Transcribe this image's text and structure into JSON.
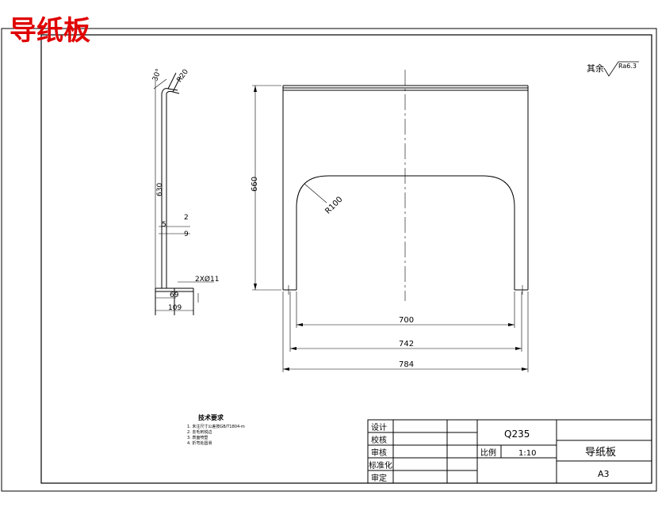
{
  "header": {
    "title": "导纸板",
    "title_color": "#e00000"
  },
  "side_view": {
    "angle": "30°",
    "radius": "R20",
    "height": "630",
    "dim_2": "2",
    "dim_5": "5",
    "dim_9": "9",
    "holes": "2XØ11",
    "dim_69": "69",
    "dim_109": "109"
  },
  "front_view": {
    "height": "660",
    "radius": "R100",
    "width_700": "700",
    "width_742": "742",
    "width_784": "784"
  },
  "surface_finish": {
    "label": "其余",
    "value": "Ra6.3"
  },
  "tech_req": {
    "title": "技术要求",
    "items": [
      "1. 未注尺寸公差按GB/T1804-m",
      "2. 去毛刺锐边",
      "3. 表面喷塑",
      "4. 折弯处圆滑"
    ]
  },
  "title_block": {
    "rows": [
      "设计",
      "校核",
      "审核",
      "标准化",
      "审定"
    ],
    "material": "Q235",
    "scale_label": "比例",
    "scale_value": "1:10",
    "part_name": "导纸板",
    "sheet_size": "A3"
  }
}
